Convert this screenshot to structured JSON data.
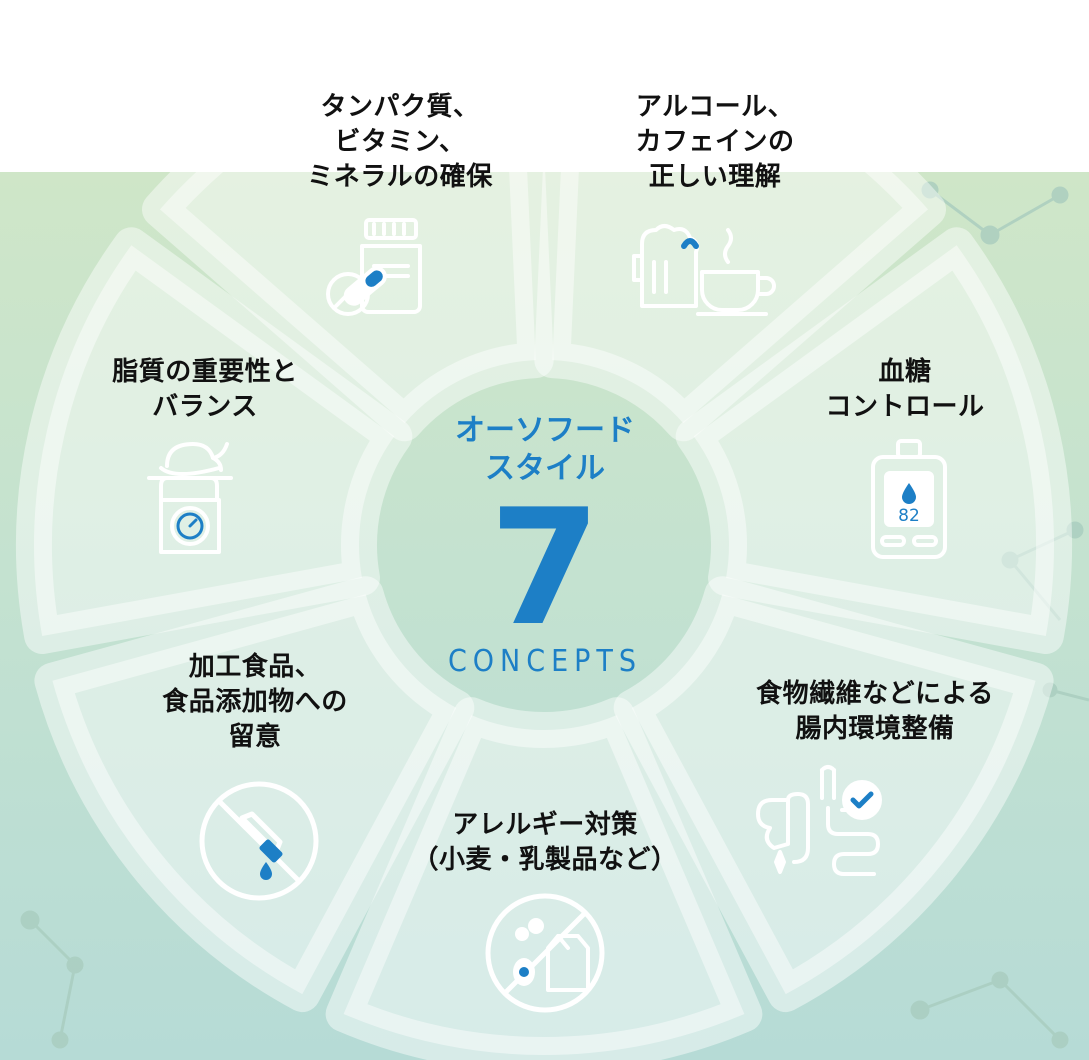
{
  "center": {
    "title": "オーソフード\nスタイル",
    "number": "7",
    "subtitle": "CONCEPTS"
  },
  "colors": {
    "accent": "#1d7fc6",
    "icon_stroke": "#ffffff",
    "segment_fill": "rgba(255,255,255,0.45)"
  },
  "segments": [
    {
      "label": "タンパク質、\nビタミン、\nミネラルの確保",
      "icon": "supplement-bottle-icon"
    },
    {
      "label": "アルコール、\nカフェインの\n正しい理解",
      "icon": "beer-coffee-icon"
    },
    {
      "label": "血糖\nコントロール",
      "icon": "glucose-meter-icon",
      "reading": "82"
    },
    {
      "label": "食物繊維などによる\n腸内環境整備",
      "icon": "gut-health-icon"
    },
    {
      "label": "アレルギー対策\n（小麦・乳製品など）",
      "icon": "no-allergen-icon"
    },
    {
      "label": "加工食品、\n食品添加物への\n留意",
      "icon": "no-additive-icon"
    },
    {
      "label": "脂質の重要性と\nバランス",
      "icon": "food-scale-icon"
    }
  ]
}
